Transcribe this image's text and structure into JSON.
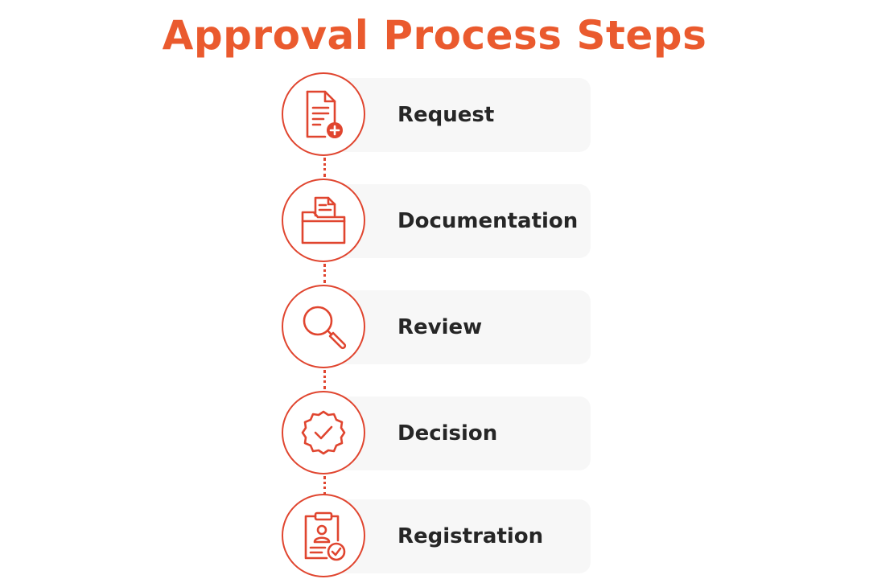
{
  "title": "Approval Process Steps",
  "colors": {
    "accent": "#ea5a2e",
    "stroke": "#e0452f",
    "card": "#f7f7f7",
    "text": "#262626"
  },
  "steps": [
    {
      "label": "Request",
      "icon": "document-plus-icon"
    },
    {
      "label": "Documentation",
      "icon": "folder-document-icon"
    },
    {
      "label": "Review",
      "icon": "magnifier-icon"
    },
    {
      "label": "Decision",
      "icon": "badge-check-icon"
    },
    {
      "label": "Registration",
      "icon": "clipboard-user-check-icon"
    }
  ]
}
